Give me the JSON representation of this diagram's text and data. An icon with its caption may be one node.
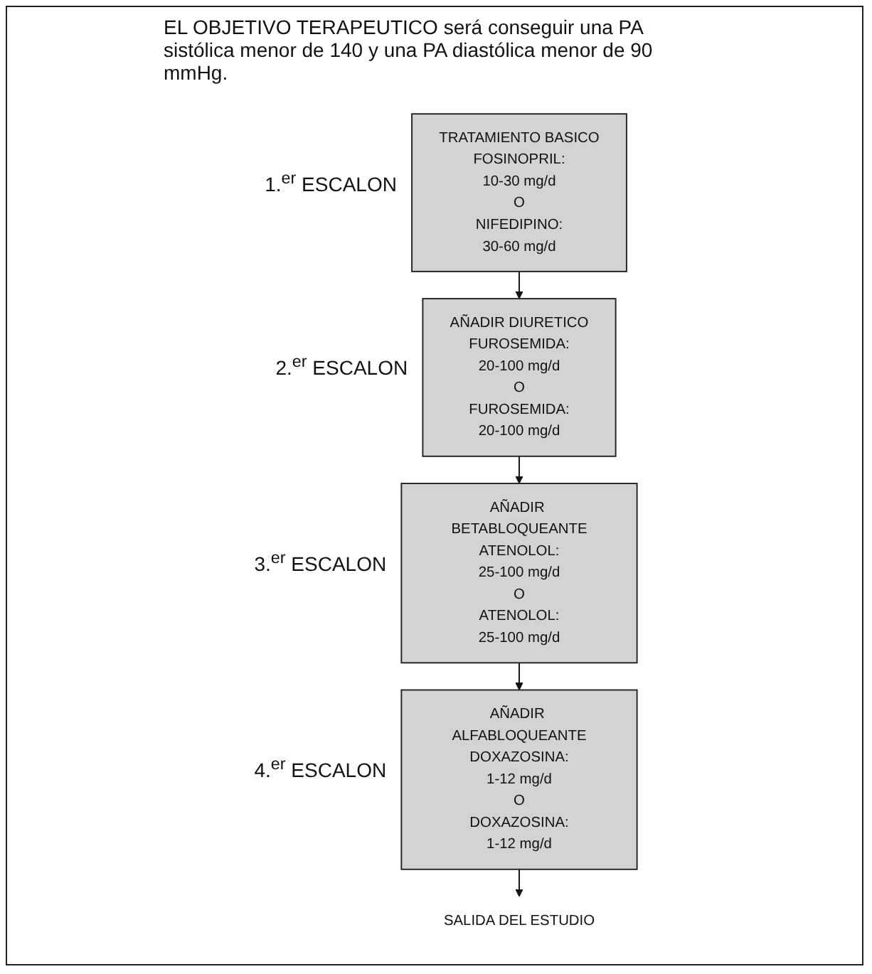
{
  "diagram": {
    "title": "EL OBJETIVO TERAPEUTICO será conseguir una PA sistólica menor de 140 y una PA diastólica menor de 90 mmHg.",
    "nodes": [
      {
        "text": [
          "TRATAMIENTO BASICO",
          "FOSINOPRIL:",
          "10-30 mg/d",
          "O",
          "NIFEDIPINO:",
          "30-60 mg/d"
        ],
        "beside": [
          "1.$^{er}$ ESCALON"
        ]
      },
      {
        "text": [
          "AÑADIR DIURETICO",
          "FUROSEMIDA:",
          "20-100 mg/d",
          "O",
          "FUROSEMIDA:",
          "20-100 mg/d"
        ],
        "beside": [
          "2.$^{er}$ ESCALON"
        ]
      },
      {
        "text": [
          "AÑADIR BETABLOQUEANTE",
          "ATENOLOL:",
          "25-100 mg/d",
          "O",
          "ATENOLOL:",
          "25-100 mg/d"
        ],
        "beside": [
          "3.$^{er}$ ESCALON"
        ]
      },
      {
        "text": [
          "AÑADIR ALFABLOQUEANTE",
          "DOXAZOSINA:",
          "1-12 mg/d",
          "O",
          "DOXAZOSINA:",
          "1-12 mg/d"
        ],
        "beside": [
          "4.$^{er}$ ESCALON"
        ]
      },
      {
        "text": [
          "SALIDA DEL ESTUDIO"
        ]
      }
    ],
    "edges": [
      {
        "from": 0,
        "to": 1,
        "arrow": "to"
      },
      {
        "from": 1,
        "to": 2,
        "arrow": "to"
      },
      {
        "from": 2,
        "to": 3,
        "arrow": "to"
      },
      {
        "from": 3,
        "to": 4,
        "arrow": "to"
      }
    ]
  }
}
